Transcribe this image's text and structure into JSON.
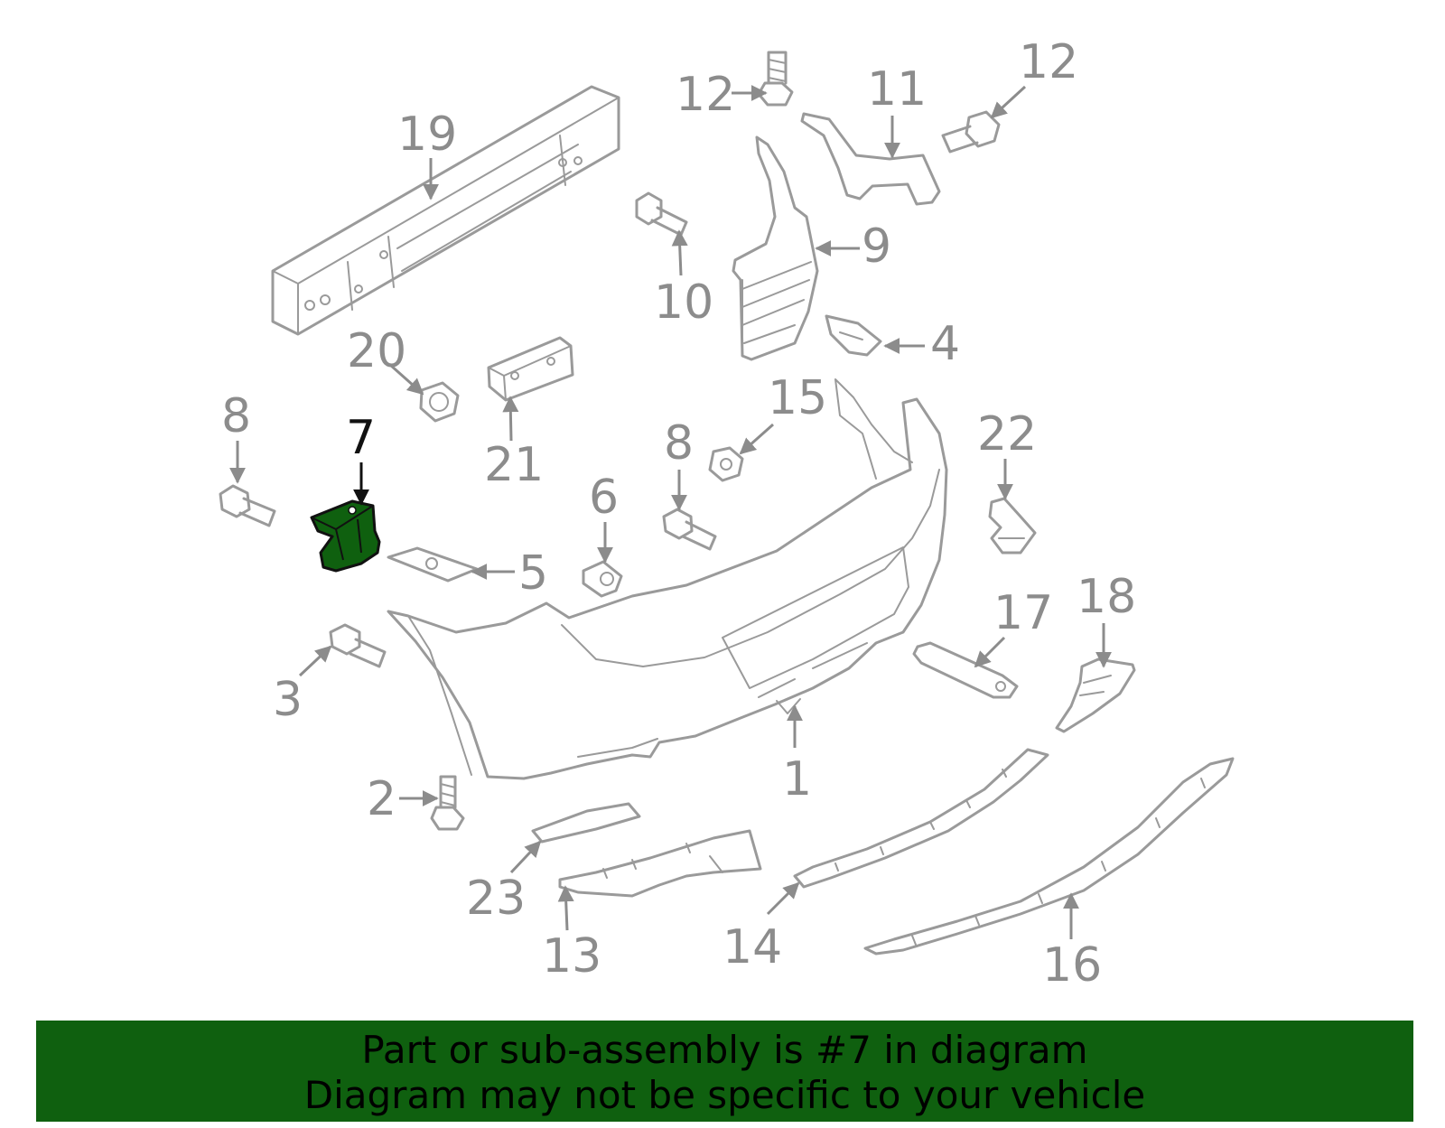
{
  "callouts": {
    "c1": "1",
    "c2": "2",
    "c3": "3",
    "c4": "4",
    "c5": "5",
    "c6": "6",
    "c7": "7",
    "c8a": "8",
    "c8b": "8",
    "c9": "9",
    "c10": "10",
    "c11": "11",
    "c12a": "12",
    "c12b": "12",
    "c13": "13",
    "c14": "14",
    "c15": "15",
    "c16": "16",
    "c17": "17",
    "c18": "18",
    "c19": "19",
    "c20": "20",
    "c21": "21",
    "c22": "22",
    "c23": "23"
  },
  "highlight": {
    "part_number": "7",
    "color": "#0f600f"
  },
  "banner": {
    "line1": "Part or sub-assembly is #7 in diagram",
    "line2": "Diagram may not be specific to your vehicle",
    "background": "#0f600f"
  }
}
